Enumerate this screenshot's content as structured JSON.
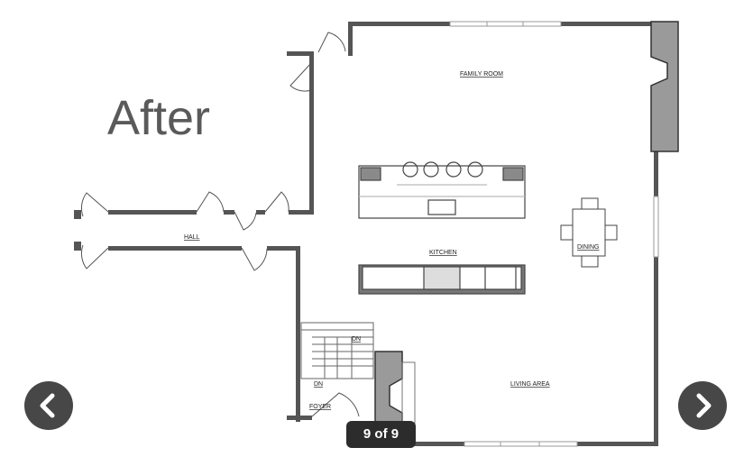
{
  "gallery": {
    "overlay_title": "After",
    "counter": "9 of 9",
    "prev_icon": "chevron-left-icon",
    "next_icon": "chevron-right-icon"
  },
  "floor_plan": {
    "rooms": {
      "family_room": "FAMILY ROOM",
      "hall": "HALL",
      "kitchen": "KITCHEN",
      "dining": "DINING",
      "living_area": "LIVING AREA",
      "foyer": "FOYER",
      "stair_dn_1": "DN",
      "stair_dn_2": "DN"
    }
  }
}
